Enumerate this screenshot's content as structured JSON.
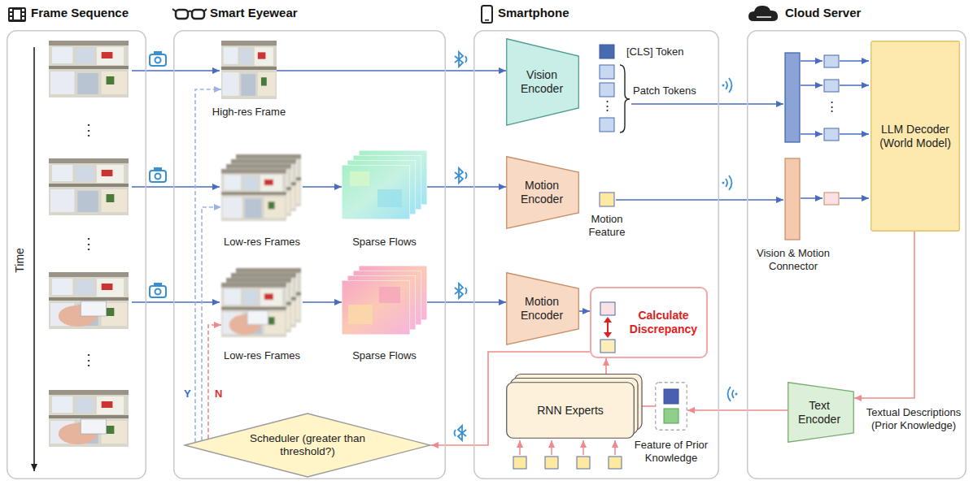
{
  "diagram": {
    "nodes": [
      {
        "text": [
          "Frame Sequence"
        ]
      },
      {
        "text": [
          "Smart Eyewear"
        ]
      },
      {
        "text": [
          "Smartphone"
        ]
      },
      {
        "text": [
          "Cloud Server"
        ]
      },
      {
        "text": [
          "High-res Frame"
        ],
        "in": 1
      },
      {
        "text": [
          "Low-res Frames"
        ],
        "in": 1
      },
      {
        "text": [
          "Sparse Flows"
        ],
        "in": 1
      },
      {
        "text": [
          "Low-res Frames"
        ],
        "in": 1
      },
      {
        "text": [
          "Sparse Flows"
        ],
        "in": 1
      },
      {
        "text": [
          "Scheduler (greater than threshold?)"
        ],
        "in": 1
      },
      {
        "text": [
          "Vision Encoder"
        ],
        "in": 2
      },
      {
        "text": [
          "Motion Encoder"
        ],
        "in": 2
      },
      {
        "text": [
          "Motion Encoder"
        ],
        "in": 2
      },
      {
        "text": [
          "Calculate Discrepancy"
        ],
        "in": 2
      },
      {
        "text": [
          "RNN Experts"
        ],
        "in": 2
      },
      {
        "text": [
          "Feature of Prior Knowledge"
        ],
        "in": 2
      },
      {
        "text": [
          "LLM Decoder (World Model)"
        ],
        "in": 3
      },
      {
        "text": [
          "Text Encoder"
        ],
        "in": 3
      }
    ],
    "edges": [
      {
        "from": 4,
        "to": 10,
        "arrow": "to"
      },
      {
        "from": 5,
        "to": 6,
        "arrow": "to"
      },
      {
        "from": 6,
        "to": 11,
        "arrow": "to"
      },
      {
        "from": 7,
        "to": 8,
        "arrow": "to"
      },
      {
        "from": 8,
        "to": 12,
        "arrow": "to"
      },
      {
        "from": 12,
        "to": 13,
        "arrow": "to"
      },
      {
        "from": 16,
        "to": 17,
        "arrow": "to"
      },
      {
        "from": 17,
        "to": 15,
        "arrow": "to"
      },
      {
        "from": 15,
        "to": 14,
        "arrow": "to"
      },
      {
        "from": 14,
        "to": 13,
        "arrow": "to"
      },
      {
        "from": 13,
        "to": 9,
        "arrow": "to"
      },
      {
        "from": 9,
        "to": 4,
        "label": "Y",
        "arrow": "to"
      },
      {
        "from": 9,
        "to": 5,
        "arrow": "to"
      },
      {
        "from": 9,
        "to": 7,
        "label": "N",
        "arrow": "to"
      }
    ],
    "labels": [
      "Time",
      "⋮",
      "⋮",
      "⋮",
      "[CLS] Token",
      "⋮",
      "Patch Tokens",
      "Motion Feature",
      "⋮",
      "Vision & Motion Connector",
      "Textual Descriptions (Prior Knowledge)"
    ]
  }
}
